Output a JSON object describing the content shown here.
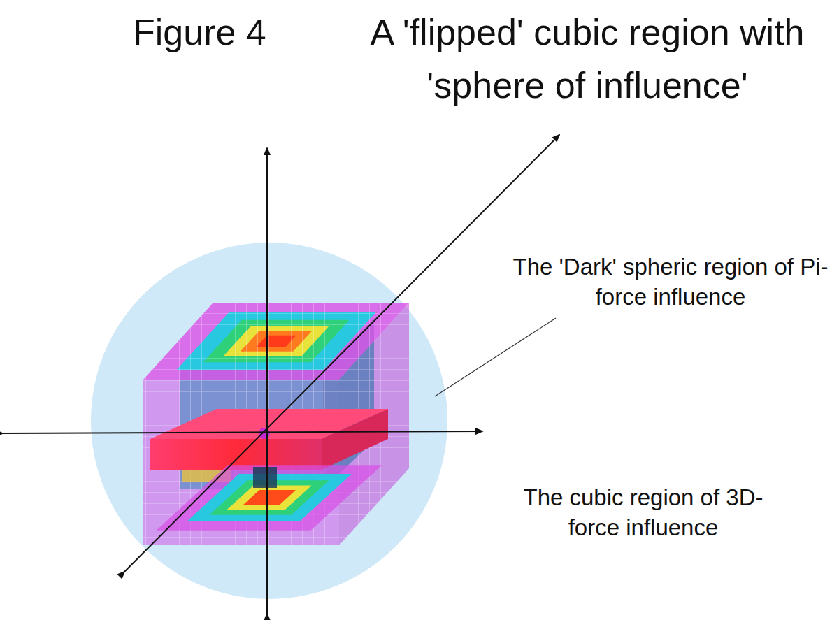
{
  "diagram": {
    "title": "A 'flipped' cubic region with 'sphere of influence'",
    "labels": [
      "Figure 4",
      "The 'Dark' spheric region of Pi-force influence",
      "The cubic region of 3D-force influence"
    ]
  }
}
